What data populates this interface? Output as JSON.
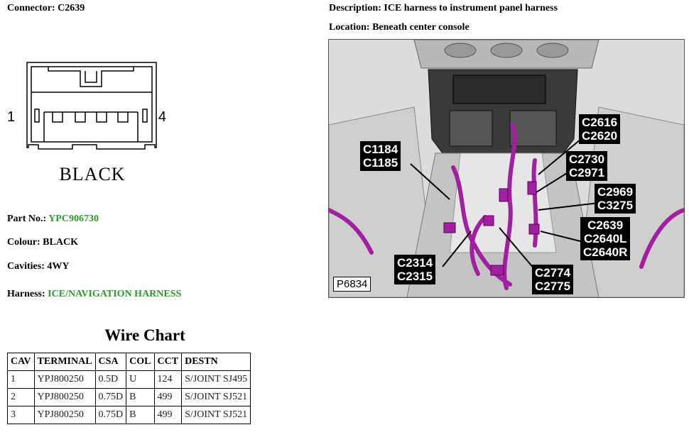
{
  "header": {
    "connector_label": "Connector:",
    "connector_value": "C2639",
    "description_label": "Description:",
    "description_value": "ICE harness to instrument panel harness",
    "location_label": "Location:",
    "location_value": "Beneath center console"
  },
  "connector_diagram": {
    "pin_left": "1",
    "pin_right": "4",
    "colour_text": "BLACK"
  },
  "details": {
    "part_label": "Part No.:",
    "part_value": "YPC906730",
    "colour_label": "Colour:",
    "colour_value": "BLACK",
    "cavities_label": "Cavities:",
    "cavities_value": "4WY",
    "harness_label": "Harness:",
    "harness_value": "ICE/NAVIGATION HARNESS",
    "green_color": "#2a9a2a"
  },
  "wire_chart": {
    "title": "Wire Chart",
    "headers": [
      "CAV",
      "TERMINAL",
      "CSA",
      "COL",
      "CCT",
      "DESTN"
    ],
    "rows": [
      [
        "1",
        "YPJ800250",
        "0.5D",
        "U",
        "124",
        "S/JOINT SJ495"
      ],
      [
        "2",
        "YPJ800250",
        "0.75D",
        "B",
        "499",
        "S/JOINT SJ521"
      ],
      [
        "3",
        "YPJ800250",
        "0.75D",
        "B",
        "499",
        "S/JOINT SJ521"
      ]
    ]
  },
  "photo": {
    "id": "P6834",
    "harness_color": "#a020a0",
    "callouts": [
      [
        "C2616",
        "C2620"
      ],
      [
        "C1184",
        "C1185"
      ],
      [
        "C2730",
        "C2971"
      ],
      [
        "C2969",
        "C3275"
      ],
      [
        "C2639",
        "C2640L",
        "C2640R"
      ],
      [
        "C2314",
        "C2315"
      ],
      [
        "C2774",
        "C2775"
      ]
    ]
  }
}
